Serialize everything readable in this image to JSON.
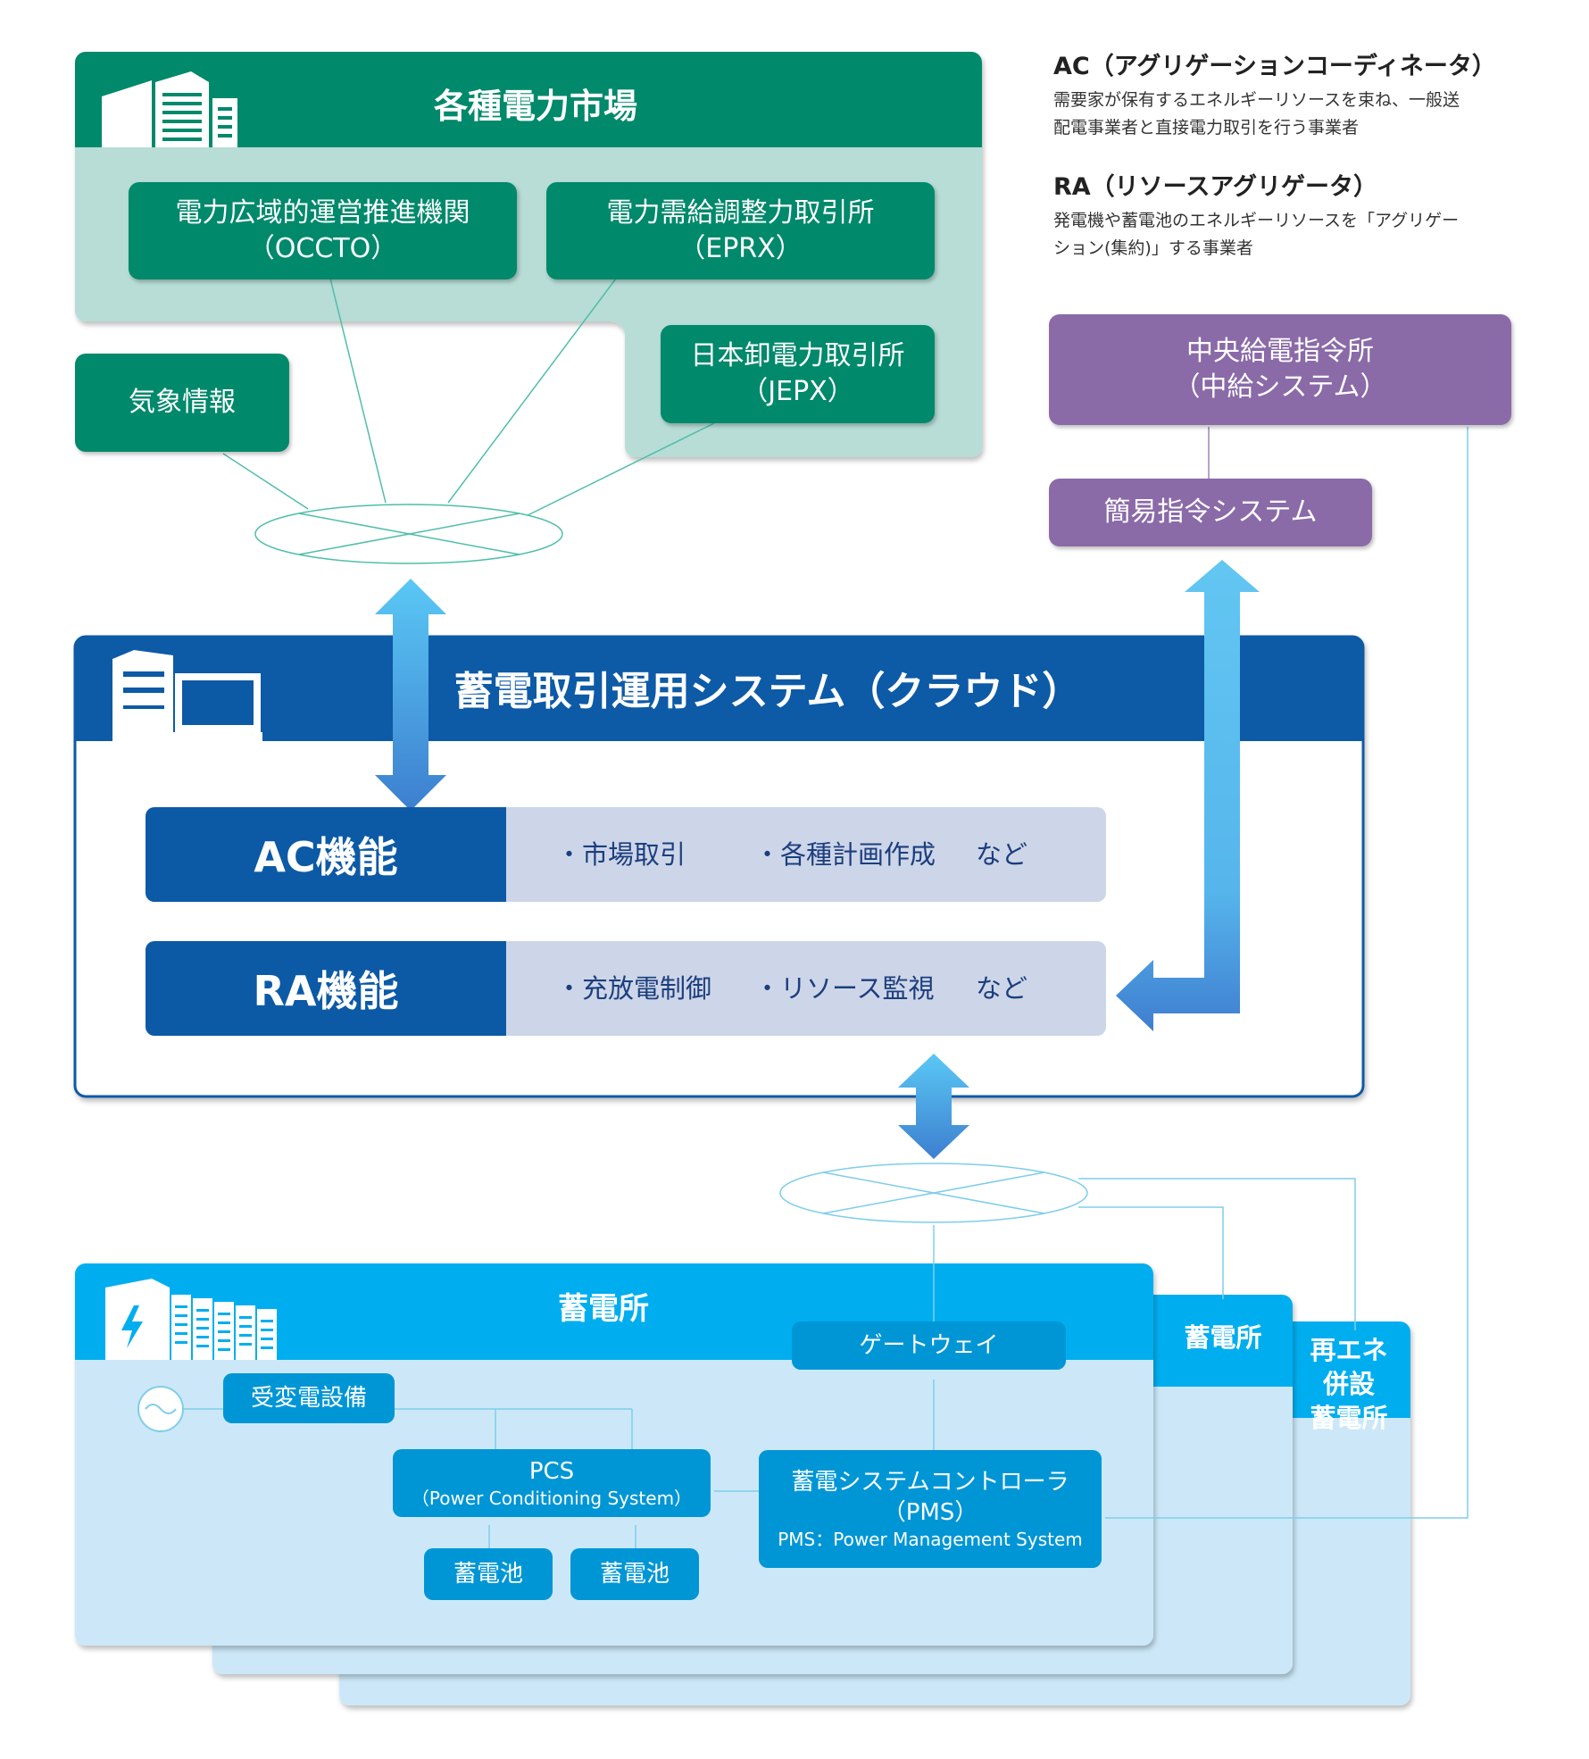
{
  "market": {
    "title": "各種電力市場",
    "occto": {
      "line1": "電力広域的運営推進機関",
      "line2": "（OCCTO）"
    },
    "eprx": {
      "line1": "電力需給調整力取引所",
      "line2": "（EPRX）"
    },
    "jepx": {
      "line1": "日本卸電力取引所",
      "line2": "（JEPX）"
    }
  },
  "weather": {
    "label": "気象情報"
  },
  "notes": {
    "ac": {
      "title": "AC（アグリゲーションコーディネータ）",
      "line1": "需要家が保有するエネルギーリソースを束ね、一般送",
      "line2": "配電事業者と直接電力取引を行う事業者"
    },
    "ra": {
      "title": "RA（リソースアグリゲータ）",
      "line1": "発電機や蓄電池のエネルギーリソースを「アグリゲー",
      "line2": "ション(集約)」する事業者"
    }
  },
  "central": {
    "line1": "中央給電指令所",
    "line2": "（中給システム）"
  },
  "simple_dispatch": {
    "label": "簡易指令システム"
  },
  "cloud": {
    "title": "蓄電取引運用システム（クラウド）",
    "ac": {
      "label": "AC機能",
      "item1": "・市場取引",
      "item2": "・各種計画作成",
      "etc": "など"
    },
    "ra": {
      "label": "RA機能",
      "item1": "・充放電制御",
      "item2": "・リソース監視",
      "etc": "など"
    }
  },
  "stations": {
    "main": "蓄電所",
    "second": "蓄電所",
    "renewable": {
      "line1": "再エネ",
      "line2": "併設",
      "line3": "蓄電所"
    }
  },
  "station_detail": {
    "gateway": "ゲートウェイ",
    "substation": "受変電設備",
    "pcs": {
      "line1": "PCS",
      "line2": "（Power Conditioning System）"
    },
    "battery1": "蓄電池",
    "battery2": "蓄電池",
    "pms": {
      "line1": "蓄電システムコントローラ",
      "line2": "（PMS）",
      "line3": "PMS：Power Management System"
    }
  },
  "colors": {
    "market_green": "#00896b",
    "market_bg": "#b7ddd6",
    "cloud_blue": "#0c5aa6",
    "panel_gray": "#cdd6e8",
    "central_purple": "#8b6aa8",
    "station_cyan": "#00aeef",
    "station_bg": "#cce8f8",
    "device_blue": "#0096d6"
  }
}
